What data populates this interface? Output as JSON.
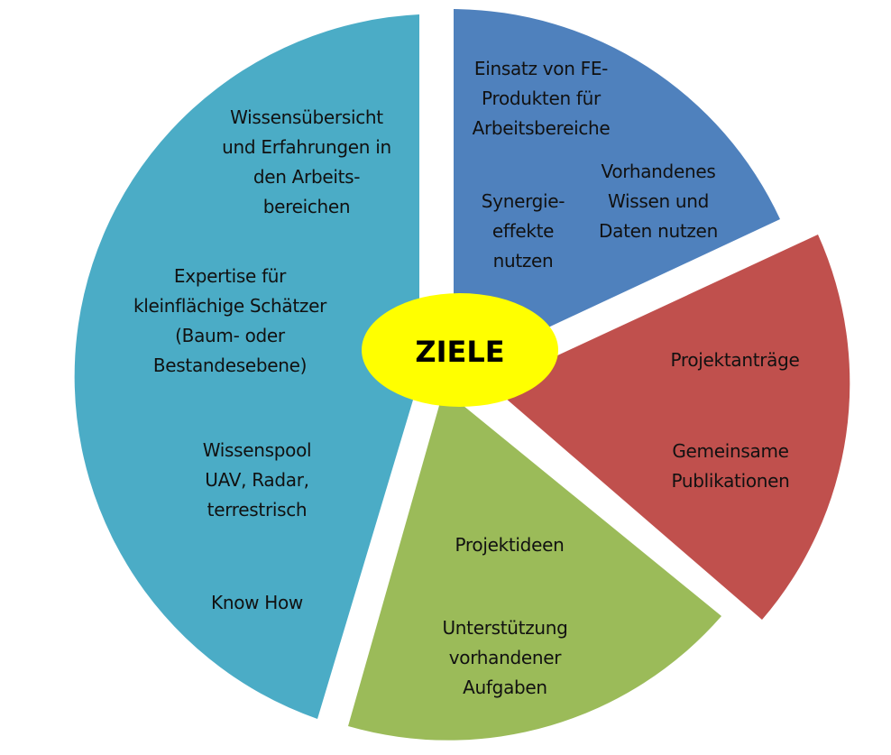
{
  "center": {
    "label": "ZIELE",
    "color": "#FFFF00"
  },
  "segments": [
    {
      "id": "teal",
      "color": "#4BACC6",
      "items": [
        "Wissensübersicht\nund Erfahrungen in\nden Arbeits-\nbereichen",
        "Expertise für\nkleinflächige Schätzer\n(Baum- oder\nBestandesebene)",
        "Wissenspool\nUAV, Radar,\nterrestrisch",
        "Know How"
      ]
    },
    {
      "id": "blue",
      "color": "#4F81BD",
      "items": [
        "Einsatz von FE-\nProdukten für\nArbeitsbereiche",
        "Vorhandenes\nWissen und\nDaten nutzen",
        "Synergie-\neffekte\nnutzen"
      ]
    },
    {
      "id": "red",
      "color": "#C0504D",
      "items": [
        "Projektanträge",
        "Gemeinsame\nPublikationen"
      ]
    },
    {
      "id": "green",
      "color": "#9BBB59",
      "items": [
        "Projektideen",
        "Unterstützung\nvorhandener\nAufgaben"
      ]
    }
  ]
}
